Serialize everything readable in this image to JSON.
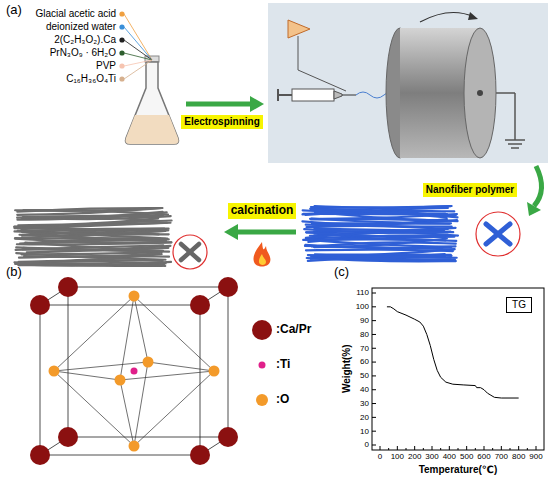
{
  "diagram": {
    "nodes": [
      {
        "text": [
          "Electrospinning"
        ]
      },
      {
        "text": [
          "Nanofiber polymer"
        ]
      },
      {
        "text": [
          "calcination"
        ]
      },
      {
        "text": [
          "TG"
        ]
      }
    ],
    "labels": [
      "(a)",
      "Glacial acetic acid",
      "deionized water",
      "2(C₂H₃O₂).Ca",
      "PrN₃O₉ · 6H₂O",
      "PVP",
      "C₁₆H₃₆O₄Ti",
      "(b)",
      "(c)",
      "Weight(%)",
      "Temperature(℃)",
      "0",
      "10",
      "20",
      "30",
      "40",
      "50",
      "60",
      "70",
      "80",
      "90",
      "100",
      "110",
      "0",
      "100",
      "200",
      "300",
      "400",
      "500",
      "600",
      "700",
      "800",
      "900"
    ],
    "legend": [
      {
        "text": ":Ca/Pr",
        "color": "#8b1010"
      },
      {
        "text": ":Ti",
        "color": "#e0208a"
      },
      {
        "text": ":O",
        "color": "#f39a2a"
      }
    ]
  }
}
